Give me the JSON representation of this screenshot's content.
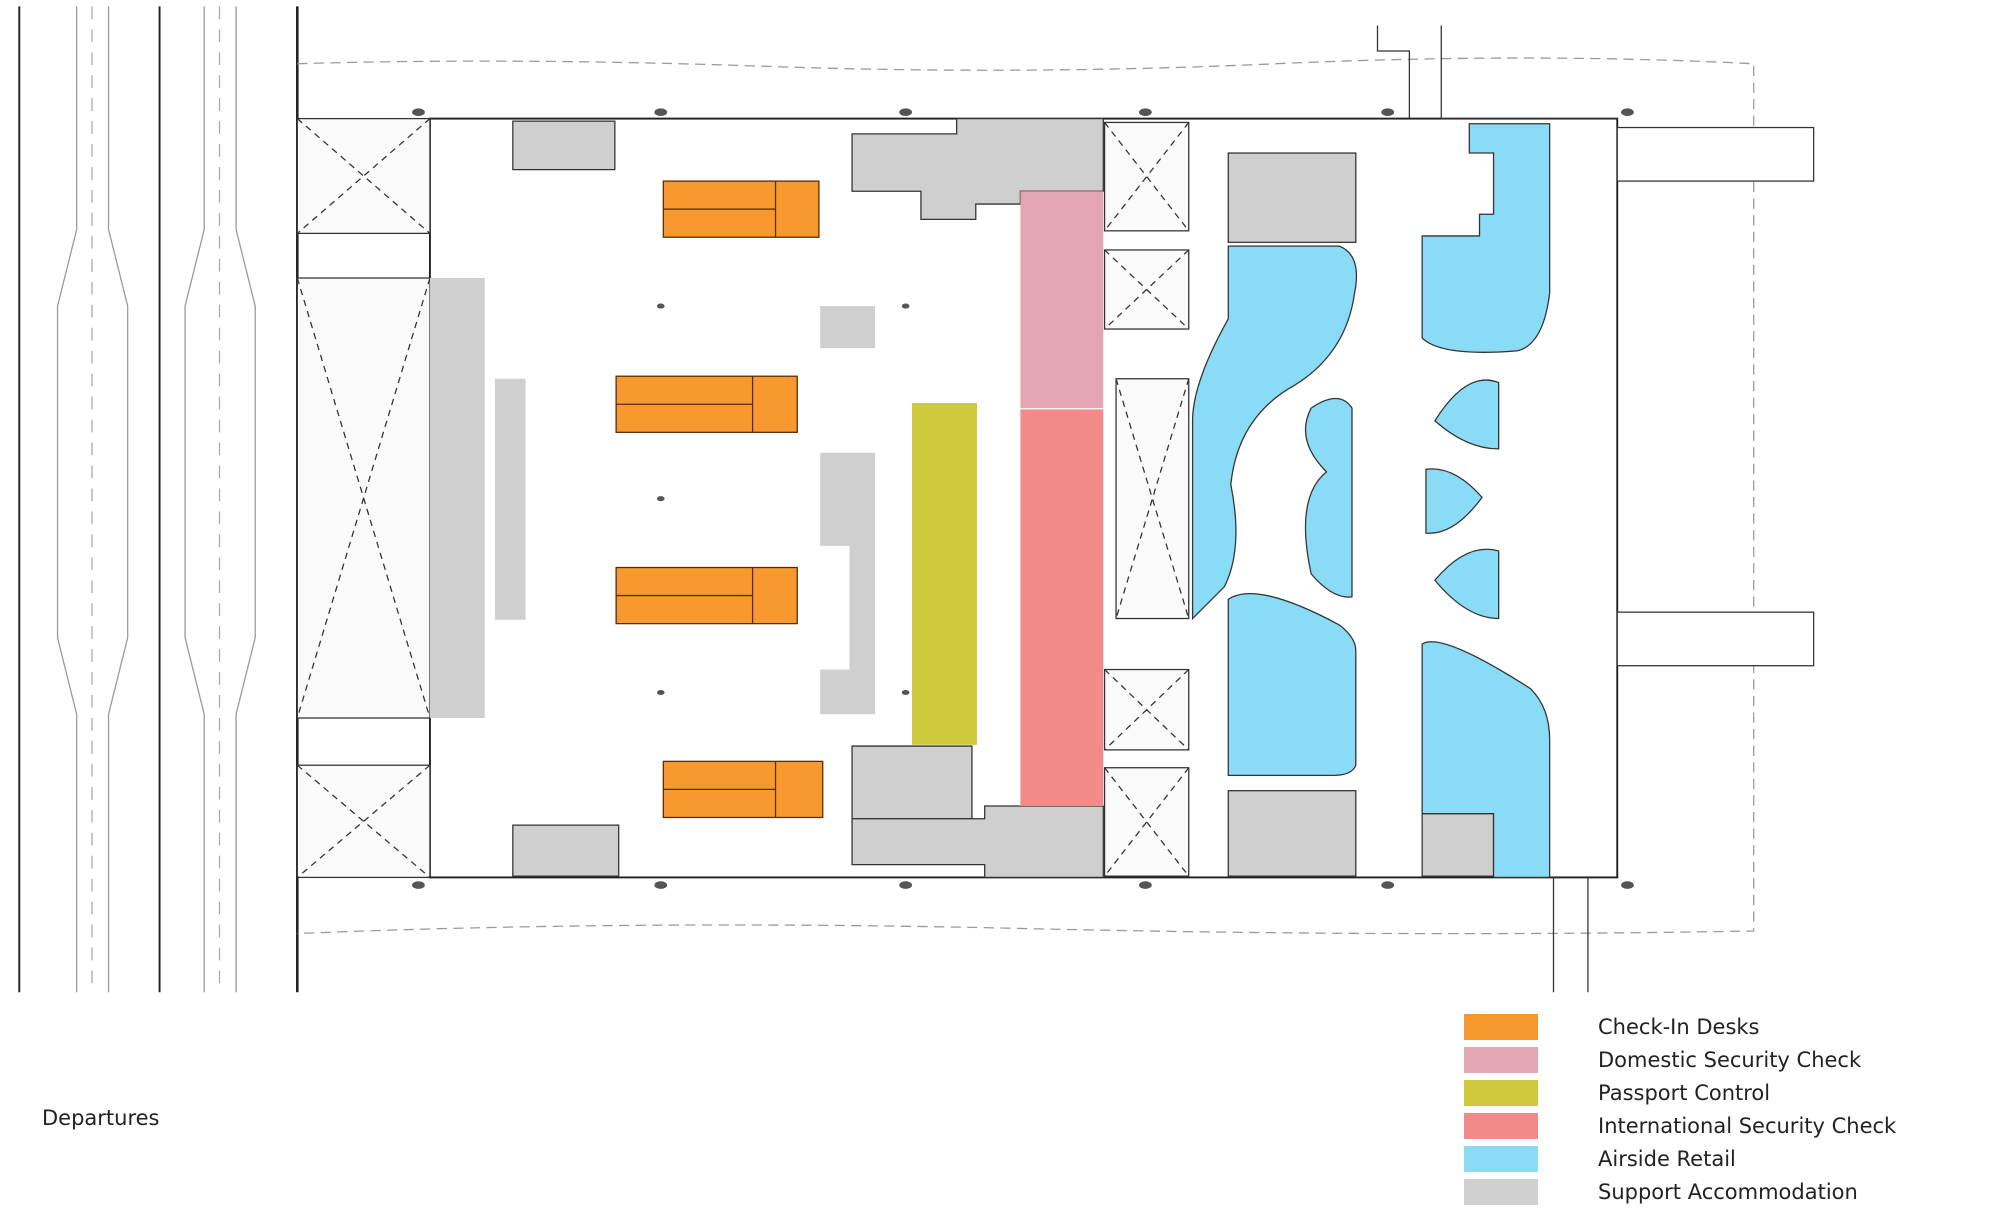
{
  "title": "Departures",
  "legend": [
    {
      "label": "Check-In Desks",
      "color": "#F7992F"
    },
    {
      "label": "Domestic Security Check",
      "color": "#E4A5B3"
    },
    {
      "label": "Passport Control",
      "color": "#CECA3C"
    },
    {
      "label": "International Security Check",
      "color": "#F38A8A"
    },
    {
      "label": "Airside Retail",
      "color": "#8ADBF5"
    },
    {
      "label": "Support Accommodation",
      "color": "#CFCFCF"
    }
  ]
}
